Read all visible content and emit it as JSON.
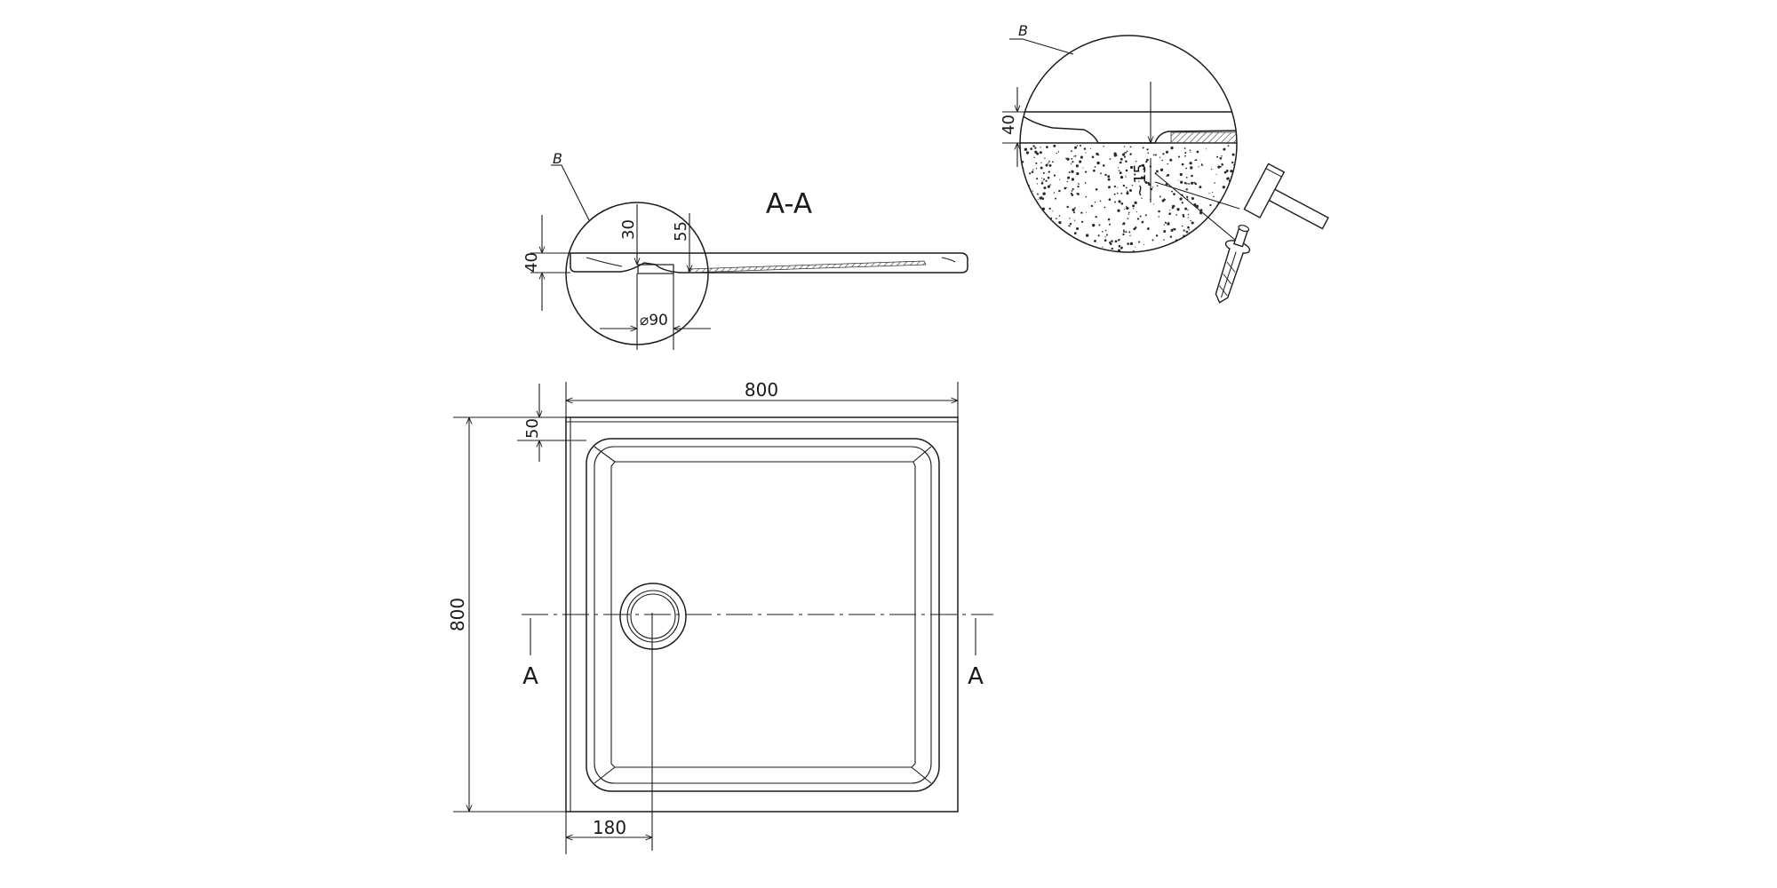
{
  "section_view": {
    "title": "A-A",
    "detail_ref": "B",
    "dims": {
      "height": "40",
      "drain_depth": "30",
      "drain_offset": "55",
      "drain_diameter": "⌀90"
    }
  },
  "detail_view": {
    "detail_ref": "B",
    "dims": {
      "height": "40",
      "clearance": "~15"
    }
  },
  "plan_view": {
    "dims": {
      "width": "800",
      "length": "800",
      "rim": "50",
      "drain_offset": "180"
    },
    "section_marks": [
      "A",
      "A"
    ]
  },
  "colors": {
    "line": "#1c1c1c",
    "background": "#ffffff"
  }
}
